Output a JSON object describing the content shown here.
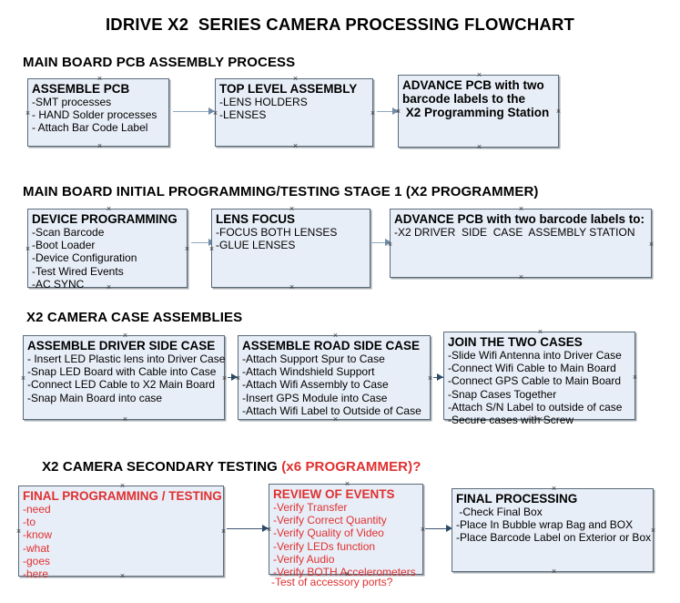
{
  "document": {
    "title": "IDRIVE X2  SERIES CAMERA PROCESSING FLOWCHART",
    "accent_color": "#e03030",
    "node_fill": "#e8eef7",
    "node_border": "#5a6a7a"
  },
  "sections": [
    {
      "id": "main-board-pcb-assembly",
      "heading": "MAIN BOARD PCB ASSEMBLY PROCESS",
      "nodes": [
        {
          "id": "assemble-pcb",
          "title": "ASSEMBLE PCB",
          "lines": [
            "-SMT processes",
            "- HAND Solder processes",
            "- Attach Bar Code Label"
          ]
        },
        {
          "id": "top-level-assembly",
          "title": "TOP LEVEL ASSEMBLY",
          "lines": [
            "-LENS HOLDERS",
            "-LENSES"
          ]
        },
        {
          "id": "advance-pcb-programming-station",
          "title": "ADVANCE PCB with two",
          "lines": [
            "barcode labels to the",
            " X2 Programming Station"
          ]
        }
      ]
    },
    {
      "id": "main-board-initial-programming",
      "heading": "MAIN BOARD INITIAL PROGRAMMING/TESTING STAGE 1 (X2 PROGRAMMER)",
      "nodes": [
        {
          "id": "device-programming",
          "title": "DEVICE PROGRAMMING",
          "lines": [
            "-Scan Barcode",
            "-Boot Loader",
            "-Device Configuration",
            "-Test Wired Events",
            "-AC SYNC"
          ]
        },
        {
          "id": "lens-focus",
          "title": "LENS FOCUS",
          "lines": [
            "-FOCUS BOTH LENSES",
            "-GLUE LENSES"
          ]
        },
        {
          "id": "advance-pcb-driver-side",
          "title": "ADVANCE PCB with two barcode labels to:",
          "lines": [
            "-X2 DRIVER  SIDE  CASE  ASSEMBLY STATION"
          ]
        }
      ]
    },
    {
      "id": "x2-camera-case-assemblies",
      "heading": "X2 CAMERA CASE ASSEMBLIES",
      "nodes": [
        {
          "id": "assemble-driver-side-case",
          "title": "ASSEMBLE DRIVER SIDE CASE",
          "lines": [
            "- Insert LED Plastic lens into Driver Case",
            "-Snap LED Board with Cable into Case",
            "-Connect LED Cable to X2 Main Board",
            "-Snap Main Board into case"
          ]
        },
        {
          "id": "assemble-road-side-case",
          "title": "ASSEMBLE ROAD SIDE CASE",
          "lines": [
            "-Attach Support Spur to Case",
            "-Attach Windshield Support",
            "-Attach Wifi Assembly to Case",
            "-Insert GPS Module into Case",
            "-Attach Wifi Label to Outside of Case"
          ]
        },
        {
          "id": "join-the-two-cases",
          "title": "JOIN THE TWO CASES",
          "lines": [
            "-Slide Wifi Antenna into Driver Case",
            "-Connect Wifi Cable to Main Board",
            "-Connect GPS Cable to Main Board",
            "-Snap Cases Together",
            "-Attach S/N Label to outside of case",
            "-Secure cases with Screw"
          ]
        }
      ]
    },
    {
      "id": "x2-camera-secondary-testing",
      "heading": "X2 CAMERA SECONDARY TESTING ",
      "heading_accent": "(x6 PROGRAMMER)?",
      "nodes": [
        {
          "id": "final-programming-testing",
          "title": "FINAL PROGRAMMING / TESTING",
          "lines": [
            "-need",
            "-to",
            "-know",
            "-what",
            "-goes",
            "-here"
          ]
        },
        {
          "id": "review-of-events",
          "title": "REVIEW OF EVENTS",
          "lines": [
            "-Verify Transfer",
            "-Verify Correct Quantity",
            "-Verify Quality of Video",
            "-Verify LEDs function",
            "-Verify Audio",
            "-Verify BOTH Accelerometers"
          ],
          "overflow_line": "-Test of accessory ports?"
        },
        {
          "id": "final-processing",
          "title": "FINAL PROCESSING",
          "lines": [
            " -Check Final Box",
            "-Place In Bubble wrap Bag and BOX",
            "-Place Barcode Label on Exterior or Box"
          ]
        }
      ]
    }
  ]
}
